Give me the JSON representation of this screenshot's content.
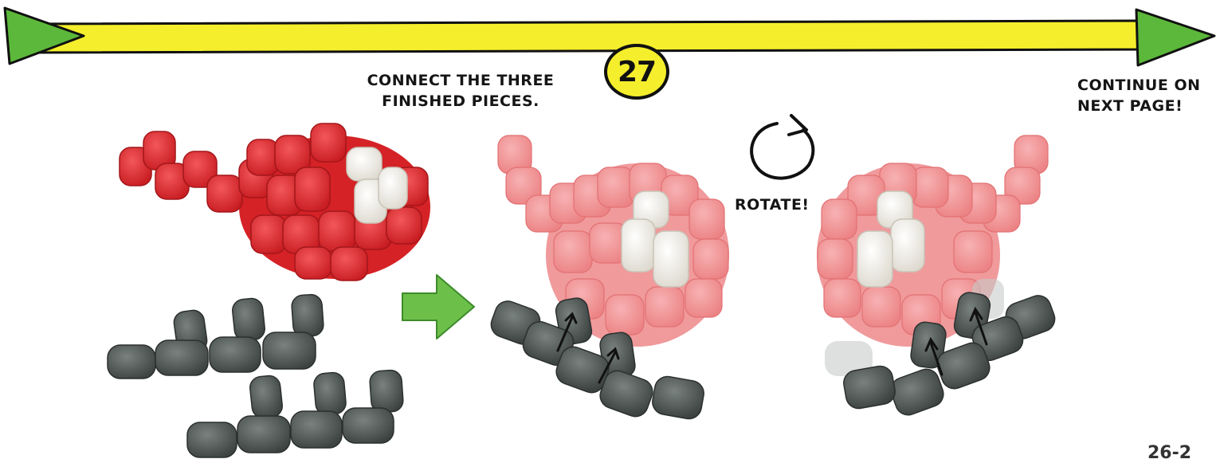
{
  "step": {
    "number": "27",
    "instruction_lines": [
      "CONNECT THE THREE",
      "FINISHED PIECES."
    ]
  },
  "rotate_label": "ROTATE!",
  "continue_lines": [
    "CONTINUE ON",
    "NEXT PAGE!"
  ],
  "page_number": "26-2",
  "colors": {
    "timeline_bar": "#f5ee2c",
    "timeline_arrow": "#5cb83a",
    "piece_red": "#e32a2e",
    "piece_red_faded": "#f29a9c",
    "piece_white": "#f4f1ea",
    "piece_gray": "#4a5250",
    "arrow_green": "#6cc04a"
  },
  "illustrations": [
    {
      "name": "red-helmet-piece",
      "color": "red"
    },
    {
      "name": "gray-leg-piece-top",
      "color": "gray"
    },
    {
      "name": "gray-leg-piece-bottom",
      "color": "gray"
    },
    {
      "name": "assembled-front-view",
      "color": "red-faded"
    },
    {
      "name": "assembled-rotated-view",
      "color": "red-faded"
    }
  ]
}
